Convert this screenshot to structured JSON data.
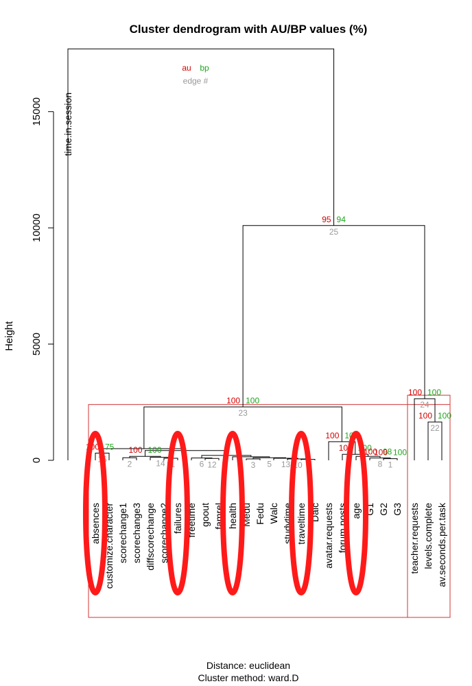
{
  "chart_data": {
    "type": "dendrogram",
    "title": "Cluster dendrogram with AU/BP values (%)",
    "ylabel": "Height",
    "ylim": [
      0,
      17500
    ],
    "yticks": [
      0,
      5000,
      10000,
      15000
    ],
    "footer": [
      "Distance:  euclidean",
      "Cluster method: ward.D"
    ],
    "legend": {
      "au": "au",
      "bp": "bp",
      "edge": "edge #"
    },
    "leaves": [
      "time.in.session",
      "absences",
      "customize.character",
      "scorechange1",
      "scorechange3",
      "diffscorechange",
      "scorechange2",
      "failures",
      "freetime",
      "goout",
      "famrel",
      "health",
      "Medu",
      "Fedu",
      "Walc",
      "studytime",
      "traveltime",
      "Dalc",
      "avatar.requests",
      "forum.posts",
      "age",
      "G1",
      "G2",
      "G3",
      "teacher.requests",
      "levels.complete",
      "av.seconds.per.task"
    ],
    "merges": [
      {
        "id": "root",
        "left": "time.in.session",
        "right": "n25",
        "height": 17700,
        "au": "",
        "bp": "",
        "edge": ""
      },
      {
        "id": "n25",
        "left": "n23",
        "right": "n24",
        "height": 10100,
        "au": "95",
        "bp": "94",
        "edge": "25"
      },
      {
        "id": "n23",
        "left": "nA",
        "right": "nB",
        "height": 2300,
        "au": "100",
        "bp": "100",
        "edge": "23"
      },
      {
        "id": "n24",
        "left": "teacher.requests",
        "right": "n22",
        "height": 2650,
        "au": "100",
        "bp": "100",
        "edge": "24"
      },
      {
        "id": "n22",
        "left": "levels.complete",
        "right": "av.seconds.per.task",
        "height": 1650,
        "au": "100",
        "bp": "100",
        "edge": "22"
      },
      {
        "id": "nA",
        "left": "n16",
        "right": "nC",
        "height": 500,
        "au": "",
        "bp": "",
        "edge": ""
      },
      {
        "id": "n16",
        "left": "absences",
        "right": "customize.character",
        "height": 310,
        "au": "100",
        "bp": "75",
        "edge": "16"
      },
      {
        "id": "nC",
        "left": "nScore",
        "right": "nRest",
        "height": 420,
        "au": "",
        "bp": "",
        "edge": ""
      },
      {
        "id": "nScore",
        "left": "n2",
        "right": "n14",
        "height": 170,
        "au": "100",
        "bp": "100",
        "edge": ""
      },
      {
        "id": "n2",
        "left": "scorechange1",
        "right": "scorechange3",
        "height": 110,
        "au": "",
        "bp": "",
        "edge": "2"
      },
      {
        "id": "n14",
        "left": "diffscorechange",
        "right": "n11",
        "height": 130,
        "au": "",
        "bp": "",
        "edge": "14"
      },
      {
        "id": "n11",
        "left": "scorechange2",
        "right": "failures",
        "height": 90,
        "au": "",
        "bp": "",
        "edge": "11"
      },
      {
        "id": "nRest",
        "left": "nFree",
        "right": "nHealth",
        "height": 210,
        "au": "",
        "bp": "",
        "edge": ""
      },
      {
        "id": "nFree",
        "left": "freetime",
        "right": "n12",
        "height": 100,
        "au": "",
        "bp": "",
        "edge": "6"
      },
      {
        "id": "n12",
        "left": "goout",
        "right": "famrel",
        "height": 80,
        "au": "",
        "bp": "",
        "edge": "12"
      },
      {
        "id": "nHealth",
        "left": "health",
        "right": "nM",
        "height": 150,
        "au": "",
        "bp": "",
        "edge": ""
      },
      {
        "id": "nM",
        "left": "n3",
        "right": "nW",
        "height": 110,
        "au": "",
        "bp": "",
        "edge": "5"
      },
      {
        "id": "n3",
        "left": "Medu",
        "right": "Fedu",
        "height": 60,
        "au": "",
        "bp": "",
        "edge": "3"
      },
      {
        "id": "nW",
        "left": "Walc",
        "right": "n10",
        "height": 90,
        "au": "",
        "bp": "",
        "edge": "13"
      },
      {
        "id": "n10",
        "left": "studytime",
        "right": "nT",
        "height": 60,
        "au": "",
        "bp": "",
        "edge": "10"
      },
      {
        "id": "nT",
        "left": "traveltime",
        "right": "Dalc",
        "height": 40,
        "au": "",
        "bp": "",
        "edge": ""
      },
      {
        "id": "nB",
        "left": "avatar.requests",
        "right": "nF",
        "height": 800,
        "au": "100",
        "bp": "100",
        "edge": ""
      },
      {
        "id": "nF",
        "left": "forum.posts",
        "right": "nAge",
        "height": 260,
        "au": "100",
        "bp": "100",
        "edge": ""
      },
      {
        "id": "nAge",
        "left": "age",
        "right": "n8",
        "height": 170,
        "au": "",
        "bp": "",
        "edge": ""
      },
      {
        "id": "n8",
        "left": "G1",
        "right": "n1",
        "height": 100,
        "au": "100",
        "bp": "98",
        "edge": "8"
      },
      {
        "id": "n1",
        "left": "G2",
        "right": "G3",
        "height": 70,
        "au": "100",
        "bp": "100",
        "edge": "1"
      }
    ],
    "highlight_boxes": [
      {
        "from": "absences",
        "to": "av.seconds.per.task",
        "height": 2400
      },
      {
        "from": "teacher.requests",
        "to": "av.seconds.per.task",
        "height": 2800
      }
    ],
    "circled_leaves": [
      "absences",
      "failures",
      "health",
      "traveltime",
      "age"
    ],
    "colors": {
      "au": "#d40000",
      "bp": "#1fa51f",
      "edge": "#999999",
      "box": "#d33333",
      "circle": "#ff1a1a",
      "line": "#000000"
    }
  }
}
